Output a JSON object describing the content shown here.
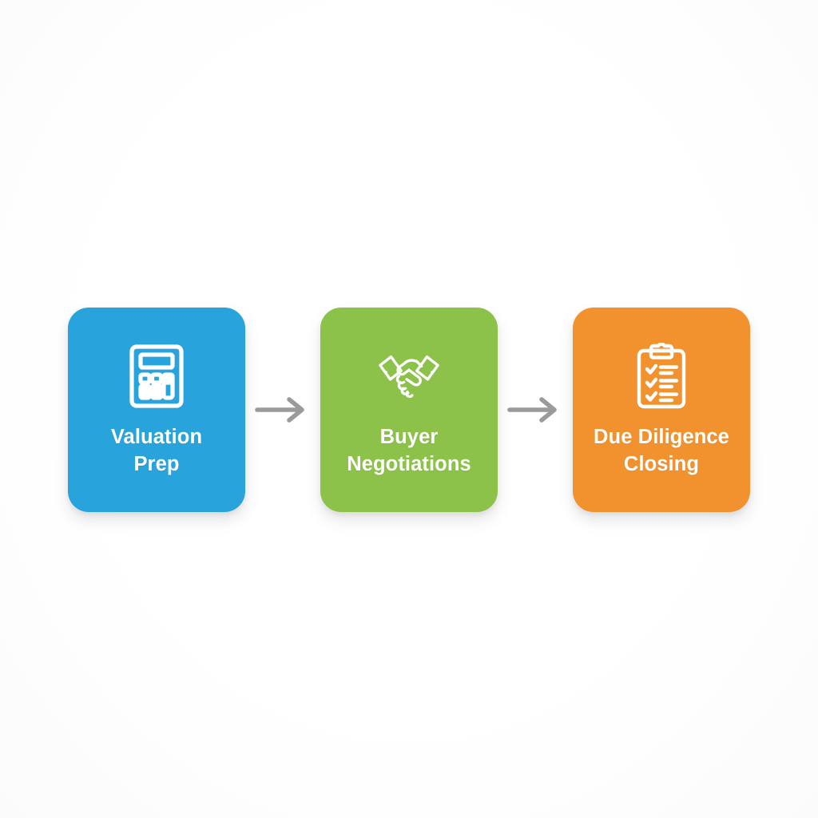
{
  "diagram": {
    "type": "process-flow",
    "orientation": "horizontal",
    "background_color": "#fdfdfd",
    "arrow_color": "#9a9a9a",
    "label_color": "#ffffff",
    "stages": [
      {
        "id": "valuation-prep",
        "label_line1": "Valuation",
        "label_line2": "Prep",
        "icon": "calculator-icon",
        "color": "#29a3dc"
      },
      {
        "id": "buyer-negotiations",
        "label_line1": "Buyer",
        "label_line2": "Negotiations",
        "icon": "handshake-icon",
        "color": "#8cc24a"
      },
      {
        "id": "due-diligence-closing",
        "label_line1": "Due Diligence",
        "label_line2": "Closing",
        "icon": "clipboard-checklist-icon",
        "color": "#f2922f"
      }
    ],
    "connectors": [
      {
        "id": "arrow-1",
        "icon": "arrow-right-icon"
      },
      {
        "id": "arrow-2",
        "icon": "arrow-right-icon"
      }
    ]
  }
}
